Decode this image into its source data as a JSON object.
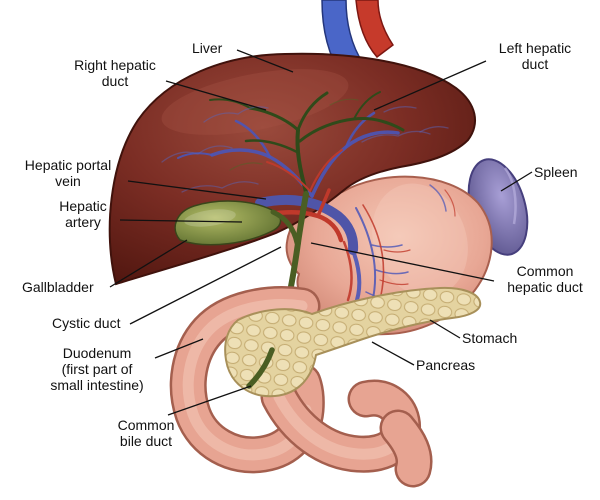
{
  "figure": {
    "labels": {
      "liver": "Liver",
      "right_hepatic_duct": "Right hepatic\nduct",
      "left_hepatic_duct": "Left hepatic\nduct",
      "hepatic_portal_vein": "Hepatic portal\nvein",
      "hepatic_artery": "Hepatic\nartery",
      "gallbladder": "Gallbladder",
      "cystic_duct": "Cystic duct",
      "duodenum": "Duodenum\n(first part of\nsmall intestine)",
      "common_bile_duct": "Common\nbile duct",
      "spleen": "Spleen",
      "common_hepatic_duct": "Common\nhepatic duct",
      "stomach": "Stomach",
      "pancreas": "Pancreas"
    },
    "colors": {
      "liver": "#7b2d24",
      "stomach": "#e8a795",
      "spleen": "#7d74b0",
      "pancreas": "#e6d6a6",
      "duodenum": "#e7a492",
      "gallbladder": "#7e8f42",
      "bile_duct": "#4a5e23",
      "artery": "#c0392b",
      "vein": "#4a66c8",
      "label_text": "#111111",
      "background": "#ffffff"
    }
  }
}
